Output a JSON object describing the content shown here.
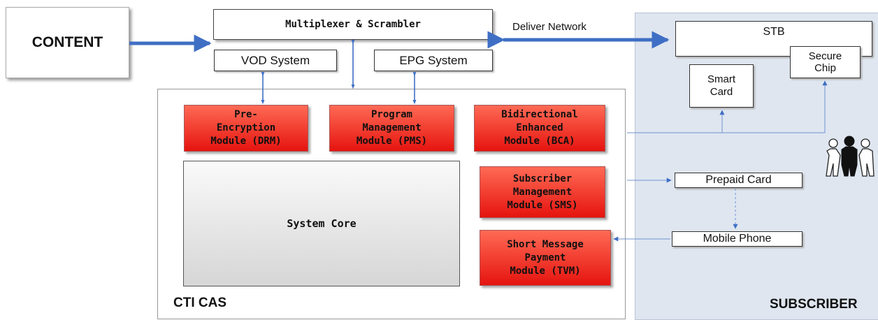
{
  "content_label": "CONTENT",
  "multiplexer_label": "Multiplexer & Scrambler",
  "vod_label": "VOD System",
  "epg_label": "EPG System",
  "deliver_label": "Deliver Network",
  "modules": {
    "drm": "Pre-\nEncryption\nModule (DRM)",
    "pms": "Program\nManagement\nModule (PMS)",
    "bca": "Bidirectional\nEnhanced\nModule (BCA)",
    "sms": "Subscriber\nManagement\nModule (SMS)",
    "tvm": "Short Message\nPayment\nModule (TVM)"
  },
  "system_core_label": "System Core",
  "cas_label": "CTI CAS",
  "stb_label": "STB",
  "secure_chip_label": "Secure\nChip",
  "smart_card_label": "Smart\nCard",
  "prepaid_card_label": "Prepaid Card",
  "mobile_phone_label": "Mobile Phone",
  "subscriber_label": "SUBSCRIBER",
  "colors": {
    "arrow": "#3f6fc4",
    "module_top": "#ff6a55",
    "module_bottom": "#e5140f",
    "subscriber_bg": "#dfe6f0"
  }
}
